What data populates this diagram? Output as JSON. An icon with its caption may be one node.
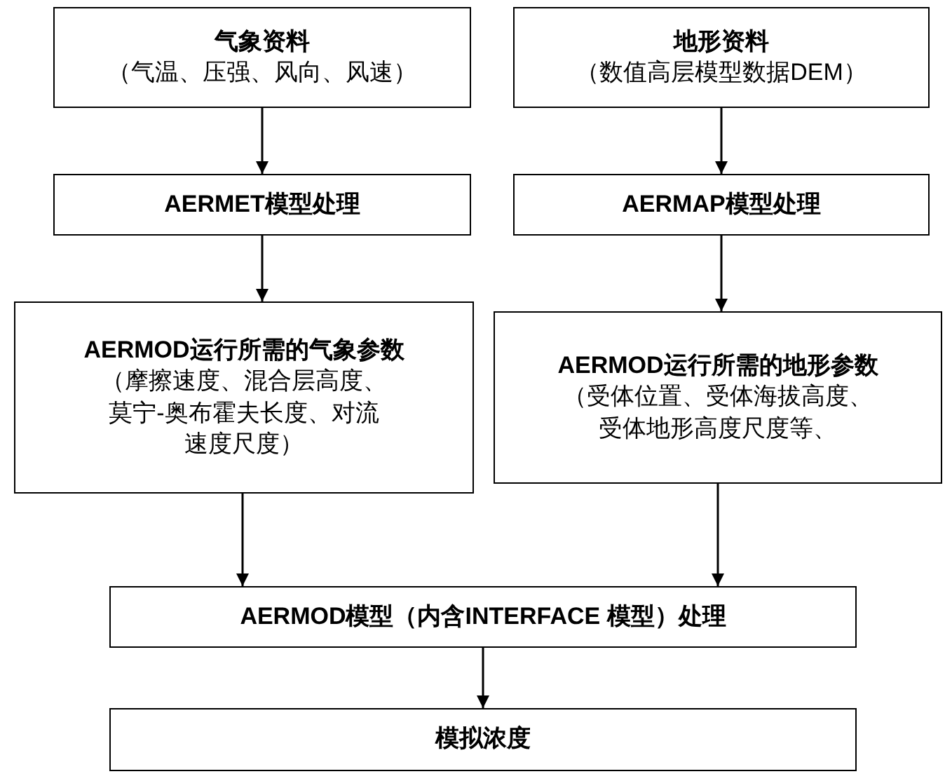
{
  "diagram": {
    "nodes": [
      {
        "text": [
          "气象资料",
          "（气温、压强、风向、风速）"
        ]
      },
      {
        "text": [
          "地形资料",
          "（数值高层模型数据DEM）"
        ]
      },
      {
        "text": [
          "AERMET模型处理"
        ]
      },
      {
        "text": [
          "AERMAP模型处理"
        ]
      },
      {
        "text": [
          "AERMOD运行所需的气象参数",
          "（摩擦速度、混合层高度、莫宁-奥布霍夫长度、对流速度尺度）"
        ]
      },
      {
        "text": [
          "AERMOD运行所需的地形参数",
          "（受体位置、受体海拔高度、受体地形高度尺度等、"
        ]
      },
      {
        "text": [
          "AERMOD模型（内含INTERFACE 模型）处理"
        ]
      },
      {
        "text": [
          "模拟浓度"
        ]
      }
    ],
    "edges": [
      {
        "from": 0,
        "to": 2,
        "arrow": "to"
      },
      {
        "from": 1,
        "to": 3,
        "arrow": "to"
      },
      {
        "from": 2,
        "to": 4,
        "arrow": "to"
      },
      {
        "from": 3,
        "to": 5,
        "arrow": "to"
      },
      {
        "from": 4,
        "to": 6,
        "arrow": "to"
      },
      {
        "from": 5,
        "to": 6,
        "arrow": "to"
      },
      {
        "from": 6,
        "to": 7,
        "arrow": "to"
      }
    ]
  }
}
